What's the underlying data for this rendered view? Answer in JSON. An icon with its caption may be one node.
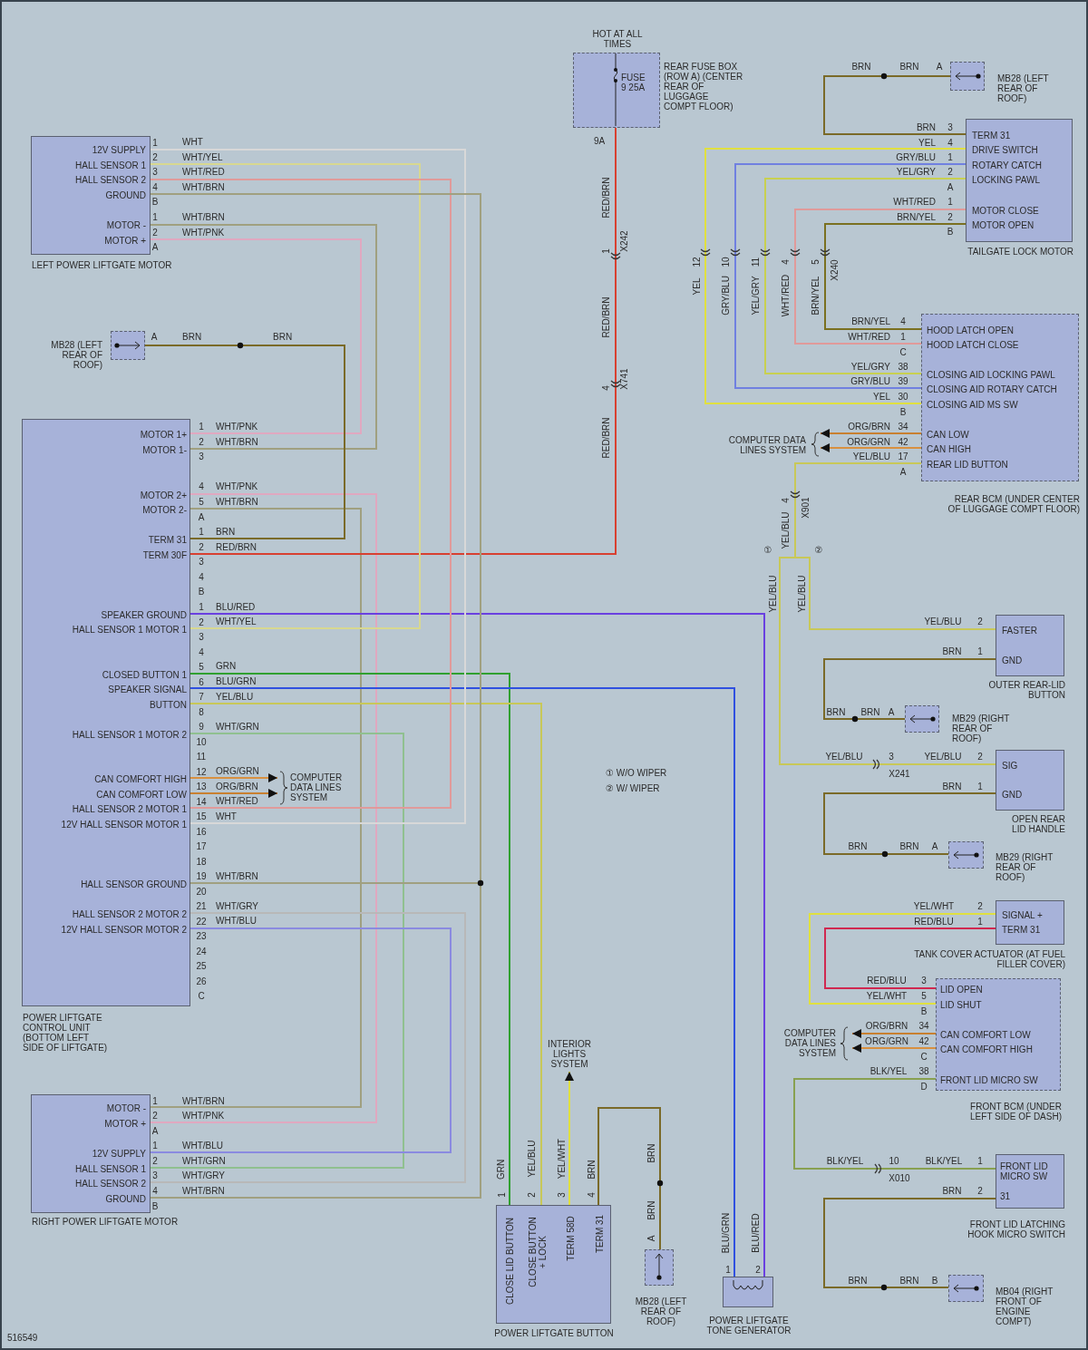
{
  "diagram": {
    "nodes": [
      {
        "text": [
          "12V SUPPLY",
          "HALL SENSOR 1",
          "HALL SENSOR 2",
          "GROUND",
          "MOTOR -",
          "MOTOR +",
          "LEFT POWER LIFTGATE MOTOR"
        ]
      },
      {
        "text": [
          "MB28 (LEFT REAR OF ROOF)"
        ]
      },
      {
        "text": [
          "MOTOR 1+",
          "MOTOR 1-",
          "MOTOR 2+",
          "MOTOR 2-",
          "TERM 31",
          "TERM 30F",
          "SPEAKER GROUND",
          "HALL SENSOR 1 MOTOR 1",
          "CLOSED BUTTON 1",
          "SPEAKER SIGNAL",
          "BUTTON",
          "HALL SENSOR 1 MOTOR 2",
          "CAN COMFORT HIGH",
          "CAN COMFORT LOW",
          "HALL SENSOR 2 MOTOR 1",
          "12V HALL SENSOR MOTOR 1",
          "HALL SENSOR GROUND",
          "HALL SENSOR 2 MOTOR 2",
          "12V HALL SENSOR MOTOR 2",
          "POWER LIFTGATE CONTROL UNIT (BOTTOM LEFT SIDE OF LIFTGATE)"
        ]
      },
      {
        "text": [
          "COMPUTER DATA LINES SYSTEM"
        ]
      },
      {
        "text": [
          "MOTOR -",
          "MOTOR +",
          "12V SUPPLY",
          "HALL SENSOR 1",
          "HALL SENSOR 2",
          "GROUND",
          "RIGHT POWER LIFTGATE MOTOR"
        ]
      },
      {
        "text": [
          "HOT AT ALL TIMES",
          "FUSE 9 25A",
          "REAR FUSE BOX (ROW A) (CENTER REAR OF LUGGAGE COMPT FLOOR)"
        ]
      },
      {
        "text": [
          "MB28 (LEFT REAR OF ROOF)"
        ]
      },
      {
        "text": [
          "TERM 31",
          "DRIVE SWITCH",
          "ROTARY CATCH",
          "LOCKING PAWL",
          "MOTOR CLOSE",
          "MOTOR OPEN",
          "TAILGATE LOCK MOTOR"
        ]
      },
      {
        "text": [
          "HOOD LATCH OPEN",
          "HOOD LATCH CLOSE",
          "CLOSING AID LOCKING PAWL",
          "CLOSING AID ROTARY CATCH",
          "CLOSING AID MS SW",
          "CAN LOW",
          "CAN HIGH",
          "REAR LID BUTTON",
          "REAR BCM (UNDER CENTER OF LUGGAGE COMPT FLOOR)"
        ]
      },
      {
        "text": [
          "COMPUTER DATA LINES SYSTEM"
        ]
      },
      {
        "text": [
          "FASTER",
          "GND",
          "OUTER REAR-LID BUTTON"
        ]
      },
      {
        "text": [
          "MB29 (RIGHT REAR OF ROOF)"
        ]
      },
      {
        "text": [
          "SIG",
          "GND",
          "OPEN REAR LID HANDLE"
        ]
      },
      {
        "text": [
          "MB29 (RIGHT REAR OF ROOF)"
        ]
      },
      {
        "text": [
          "SIGNAL +",
          "TERM 31",
          "TANK COVER ACTUATOR (AT FUEL FILLER COVER)"
        ]
      },
      {
        "text": [
          "LID OPEN",
          "LID SHUT",
          "CAN COMFORT LOW",
          "CAN COMFORT HIGH",
          "FRONT LID MICRO SW",
          "FRONT BCM (UNDER LEFT SIDE OF DASH)"
        ]
      },
      {
        "text": [
          "COMPUTER DATA LINES SYSTEM"
        ]
      },
      {
        "text": [
          "FRONT LID MICRO SW",
          "31",
          "FRONT LID LATCHING HOOK MICRO SWITCH"
        ]
      },
      {
        "text": [
          "MB04 (RIGHT FRONT OF ENGINE COMPT)"
        ]
      },
      {
        "text": [
          "INTERIOR LIGHTS SYSTEM"
        ]
      },
      {
        "text": [
          "CLOSE LID BUTTON",
          "CLOSE BUTTON + LOCK",
          "TERM 58D",
          "TERM 31",
          "POWER LIFTGATE BUTTON"
        ]
      },
      {
        "text": [
          "MB28 (LEFT REAR OF ROOF)"
        ]
      },
      {
        "text": [
          "POWER LIFTGATE TONE GENERATOR"
        ]
      }
    ],
    "edges": [
      {
        "from": 2,
        "to": 0,
        "arrow": "none",
        "label": "WHT/PNK",
        "color": "#e0a8c0"
      },
      {
        "from": 2,
        "to": 0,
        "arrow": "none",
        "label": "WHT/BRN",
        "color": "#a0a080"
      },
      {
        "from": 2,
        "to": 4,
        "arrow": "none",
        "label": "WHT/PNK",
        "color": "#e0a8c0"
      },
      {
        "from": 2,
        "to": 4,
        "arrow": "none",
        "label": "WHT/BRN",
        "color": "#a0a080"
      },
      {
        "from": 2,
        "to": 1,
        "arrow": "none",
        "label": "BRN",
        "color": "#7a6a28"
      },
      {
        "from": 2,
        "to": 5,
        "arrow": "none",
        "label": "RED/BRN",
        "color": "#d84030"
      },
      {
        "from": 2,
        "to": 22,
        "arrow": "none",
        "label": "BLU/RED",
        "color": "#6a40e0"
      },
      {
        "from": 2,
        "to": 0,
        "arrow": "none",
        "label": "WHT/YEL",
        "color": "#d8d890"
      },
      {
        "from": 2,
        "to": 20,
        "arrow": "none",
        "label": "GRN",
        "color": "#30a030"
      },
      {
        "from": 2,
        "to": 22,
        "arrow": "none",
        "label": "BLU/GRN",
        "color": "#3050e0"
      },
      {
        "from": 2,
        "to": 20,
        "arrow": "none",
        "label": "YEL/BLU",
        "color": "#c8c858"
      },
      {
        "from": 2,
        "to": 4,
        "arrow": "none",
        "label": "WHT/GRN",
        "color": "#90c090"
      },
      {
        "from": 2,
        "to": 3,
        "arrow": "to",
        "label": "ORG/GRN",
        "color": "#d89040"
      },
      {
        "from": 2,
        "to": 3,
        "arrow": "to",
        "label": "ORG/BRN",
        "color": "#c88030"
      },
      {
        "from": 2,
        "to": 0,
        "arrow": "none",
        "label": "WHT/RED",
        "color": "#e09a9a"
      },
      {
        "from": 2,
        "to": 0,
        "arrow": "none",
        "label": "WHT",
        "color": "#d8d8d8"
      },
      {
        "from": 2,
        "to": 0,
        "arrow": "none",
        "label": "WHT/BRN",
        "color": "#a0a080"
      },
      {
        "from": 2,
        "to": 4,
        "arrow": "none",
        "label": "WHT/BRN",
        "color": "#a0a080"
      },
      {
        "from": 2,
        "to": 4,
        "arrow": "none",
        "label": "WHT/GRY",
        "color": "#b8b8b8"
      },
      {
        "from": 2,
        "to": 4,
        "arrow": "none",
        "label": "WHT/BLU",
        "color": "#8a8ae0"
      },
      {
        "from": 20,
        "to": 19,
        "arrow": "to",
        "label": "YEL/WHT",
        "color": "#e0e040"
      },
      {
        "from": 20,
        "to": 21,
        "arrow": "none",
        "label": "BRN",
        "color": "#7a6a28"
      },
      {
        "from": 7,
        "to": 6,
        "arrow": "none",
        "label": "BRN",
        "color": "#7a6a28"
      },
      {
        "from": 7,
        "to": 8,
        "arrow": "none",
        "label": "YEL",
        "color": "#e0e040"
      },
      {
        "from": 7,
        "to": 8,
        "arrow": "none",
        "label": "GRY/BLU",
        "color": "#7080e0"
      },
      {
        "from": 7,
        "to": 8,
        "arrow": "none",
        "label": "YEL/GRY",
        "color": "#c8d050"
      },
      {
        "from": 7,
        "to": 8,
        "arrow": "none",
        "label": "WHT/RED",
        "color": "#e09a9a"
      },
      {
        "from": 7,
        "to": 8,
        "arrow": "none",
        "label": "BRN/YEL",
        "color": "#7a7020"
      },
      {
        "from": 8,
        "to": 9,
        "arrow": "to",
        "label": "ORG/BRN",
        "color": "#c88030"
      },
      {
        "from": 8,
        "to": 9,
        "arrow": "to",
        "label": "ORG/GRN",
        "color": "#d89040"
      },
      {
        "from": 8,
        "to": 10,
        "arrow": "none",
        "label": "YEL/BLU",
        "color": "#c8c858"
      },
      {
        "from": 8,
        "to": 12,
        "arrow": "none",
        "label": "YEL/BLU",
        "color": "#c8c858"
      },
      {
        "from": 10,
        "to": 11,
        "arrow": "none",
        "label": "BRN",
        "color": "#7a6a28"
      },
      {
        "from": 12,
        "to": 13,
        "arrow": "none",
        "label": "BRN",
        "color": "#7a6a28"
      },
      {
        "from": 14,
        "to": 15,
        "arrow": "none",
        "label": "YEL/WHT",
        "color": "#e0e040"
      },
      {
        "from": 14,
        "to": 15,
        "arrow": "none",
        "label": "RED/BLU",
        "color": "#d02850"
      },
      {
        "from": 15,
        "to": 16,
        "arrow": "to",
        "label": "ORG/BRN",
        "color": "#c88030"
      },
      {
        "from": 15,
        "to": 16,
        "arrow": "to",
        "label": "ORG/GRN",
        "color": "#d89040"
      },
      {
        "from": 15,
        "to": 17,
        "arrow": "none",
        "label": "BLK/YEL",
        "color": "#88a050"
      },
      {
        "from": 17,
        "to": 18,
        "arrow": "none",
        "label": "BRN",
        "color": "#7a6a28"
      }
    ],
    "labels": [
      "1",
      "2",
      "3",
      "4",
      "B",
      "1",
      "2",
      "A",
      "WHT",
      "WHT/YEL",
      "WHT/RED",
      "WHT/BRN",
      "WHT/BRN",
      "WHT/PNK",
      "A",
      "BRN",
      "BRN",
      "1",
      "2",
      "3",
      "4",
      "5",
      "A",
      "1",
      "2",
      "3",
      "4",
      "B",
      "1",
      "2",
      "3",
      "4",
      "5",
      "6",
      "7",
      "8",
      "9",
      "10",
      "11",
      "12",
      "13",
      "14",
      "15",
      "16",
      "17",
      "18",
      "19",
      "20",
      "21",
      "22",
      "23",
      "24",
      "25",
      "26",
      "C",
      "1",
      "2",
      "A",
      "1",
      "2",
      "3",
      "4",
      "B",
      "WHT/BRN",
      "WHT/PNK",
      "WHT/BLU",
      "WHT/GRN",
      "WHT/GRY",
      "9A",
      "RED/BRN",
      "1",
      "X242",
      "RED/BRN",
      "4",
      "X741",
      "RED/BRN",
      "BRN",
      "BRN",
      "A",
      "3",
      "4",
      "1",
      "2",
      "A",
      "1",
      "2",
      "B",
      "12",
      "10",
      "11",
      "4",
      "5",
      "YEL",
      "GRY/BLU",
      "YEL/GRY",
      "WHT/RED",
      "BRN/YEL",
      "X240",
      "4",
      "1",
      "C",
      "38",
      "39",
      "30",
      "B",
      "34",
      "42",
      "17",
      "A",
      "BRN/YEL",
      "WHT/RED",
      "YEL/GRY",
      "GRY/BLU",
      "YEL",
      "4",
      "X901",
      "YEL/BLU",
      "①",
      "②",
      "YEL/BLU",
      "YEL/BLU",
      "2",
      "1",
      "BRN",
      "BRN",
      "A",
      "YEL/BLU",
      "3",
      "X241",
      "YEL/BLU",
      "2",
      "1",
      "BRN",
      "BRN",
      "A",
      "2",
      "1",
      "RED/BLU",
      "YEL/WHT",
      "3",
      "5",
      "B",
      "34",
      "42",
      "C",
      "38",
      "D",
      "BLK/YEL",
      "10",
      "X010",
      "BLK/YEL",
      "1",
      "2",
      "BRN",
      "BRN",
      "B",
      "1",
      "2",
      "3",
      "4",
      "GRN",
      "YEL/BLU",
      "BRN",
      "BRN",
      "A",
      "1",
      "2",
      "BLU/GRN",
      "BLU/RED",
      "① W/O WIPER",
      "② W/ WIPER",
      "516549"
    ]
  }
}
